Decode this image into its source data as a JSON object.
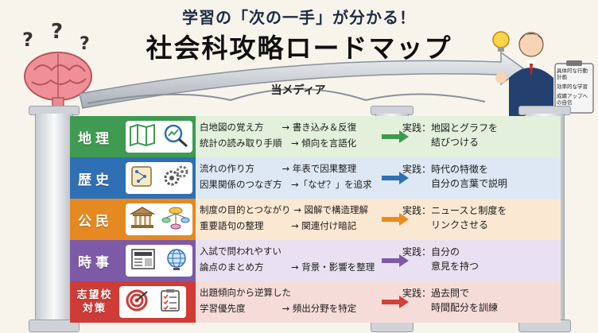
{
  "header": {
    "subtitle": "学習の「次の一手」が分かる！",
    "title": "社会科攻略ロードマップ"
  },
  "bridge_label": "当メディア",
  "checklist": [
    "具体的な行動計画",
    "効率的な学習",
    "成績アップへの自信"
  ],
  "rows": [
    {
      "category": "地理",
      "color": "#3f9a52",
      "bg": "#e3f0dc",
      "arrow_color": "#3c9a4e",
      "icons": [
        "map-icon",
        "magnifier-chart-icon"
      ],
      "lines": [
        "白地図の覚え方　　→ 書き込み＆反復",
        "統計の読み取り手順　→ 傾向を言語化"
      ],
      "practice": [
        "実践：地図とグラフを",
        "　　　結びつける"
      ]
    },
    {
      "category": "歴史",
      "color": "#2f6fb3",
      "bg": "#dde8f4",
      "arrow_color": "#2f6fb3",
      "icons": [
        "scroll-timeline-icon",
        "gears-icon"
      ],
      "lines": [
        "流れの作り方　　　→ 年表で因果整理",
        "因果関係のつなぎ方　→「なぜ？」を追求"
      ],
      "practice": [
        "実践：時代の特徴を",
        "　　　自分の言葉で説明"
      ]
    },
    {
      "category": "公民",
      "color": "#e58a22",
      "bg": "#fbe8d2",
      "arrow_color": "#ea8a1f",
      "icons": [
        "government-building-icon",
        "concept-map-icon"
      ],
      "lines": [
        "制度の目的とつながり → 図解で構造理解",
        "重要語句の整理　　　→ 関連付け暗記"
      ],
      "practice": [
        "実践：ニュースと制度を",
        "　　　リンクさせる"
      ]
    },
    {
      "category": "時事",
      "color": "#7d5aa8",
      "bg": "#e9e1f1",
      "arrow_color": "#7d5aa8",
      "icons": [
        "newspaper-icon",
        "globe-icon"
      ],
      "lines": [
        "入試で問われやすい",
        "論点のまとめ方　　　→ 背景・影響を整理"
      ],
      "practice": [
        "実践：自分の",
        "　　　意見を持つ"
      ]
    },
    {
      "category": "志望校対策",
      "label_lines": [
        "志望校",
        "対策"
      ],
      "color": "#cf3b36",
      "bg": "#f6dcd8",
      "arrow_color": "#d2403a",
      "icons": [
        "target-icon",
        "checklist-icon"
      ],
      "lines": [
        "出題傾向から逆算した",
        "学習優先度　　　　→ 頻出分野を特定"
      ],
      "practice": [
        "実践：過去問で",
        "　　　時間配分を訓練"
      ]
    }
  ]
}
